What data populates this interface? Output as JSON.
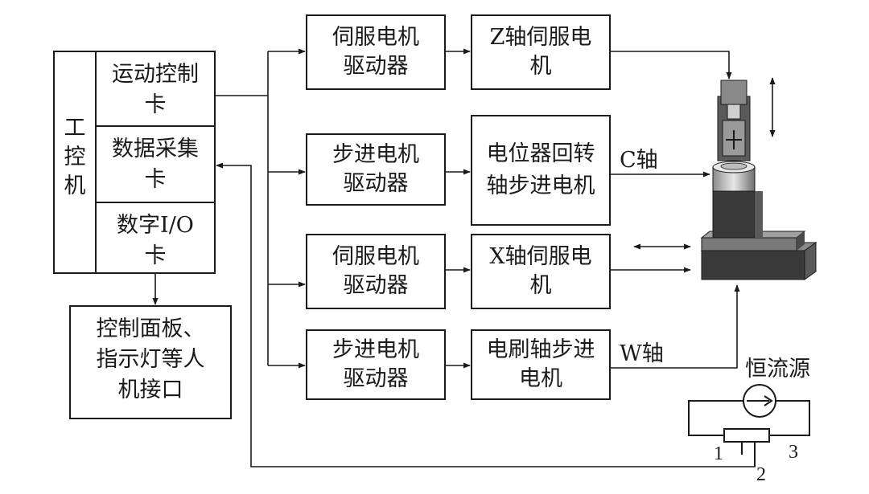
{
  "ipc": {
    "label_lines": [
      "工",
      "控",
      "机"
    ]
  },
  "cards": {
    "motion": [
      "运动控制",
      "卡"
    ],
    "daq": [
      "数据采集",
      "卡"
    ],
    "dio": [
      "数字I/O",
      "卡"
    ]
  },
  "hmi": [
    "控制面板、",
    "指示灯等人",
    "机接口"
  ],
  "drivers": {
    "servo_z": [
      "伺服电机",
      "驱动器"
    ],
    "stepper_c": [
      "步进电机",
      "驱动器"
    ],
    "servo_x": [
      "伺服电机",
      "驱动器"
    ],
    "stepper_w": [
      "步进电机",
      "驱动器"
    ]
  },
  "motors": {
    "z": [
      "Z轴伺服电",
      "机"
    ],
    "c": [
      "电位器回转",
      "轴步进电机"
    ],
    "x": [
      "X轴伺服电",
      "机"
    ],
    "w": [
      "电刷轴步进",
      "电机"
    ]
  },
  "axis_labels": {
    "c": "C轴",
    "w": "W轴"
  },
  "current_source": {
    "label": "恒流源"
  },
  "terminals": {
    "t1": "1",
    "t2": "2",
    "t3": "3"
  },
  "colors": {
    "stroke": "#1a1a1a",
    "machine_dark": "#3a3a3a",
    "machine_mid": "#7a7a7a",
    "machine_light": "#c8c8c8"
  }
}
